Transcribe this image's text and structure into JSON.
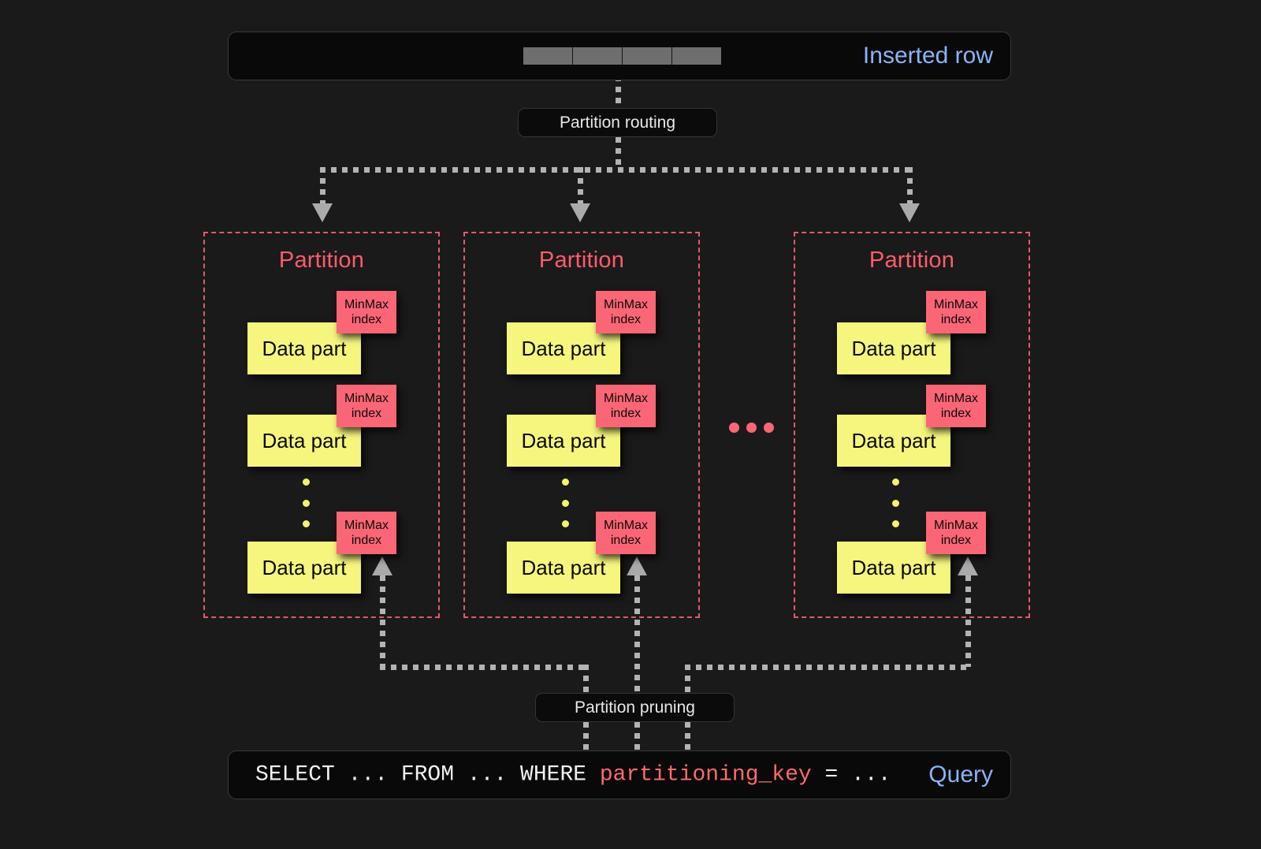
{
  "diagram": {
    "title": "Partitioning, partition routing and partition pruning",
    "background_color": "#1a1a1a"
  },
  "colors": {
    "accent_blue": "#8ab4f8",
    "partition_red": "#ff5c6c",
    "minmax_red": "#fb6676",
    "datapart_yellow": "#f6f67e",
    "connector_gray": "#b3b3b3"
  },
  "inserted_row": {
    "label": "Inserted row",
    "cell_count": 4,
    "cells": [
      "",
      "",
      "",
      ""
    ]
  },
  "routing": {
    "label": "Partition routing"
  },
  "pruning": {
    "label": "Partition pruning"
  },
  "partitions": [
    {
      "title": "Partition",
      "data_parts": [
        {
          "label": "Data part",
          "index_line1": "MinMax",
          "index_line2": "index"
        },
        {
          "label": "Data part",
          "index_line1": "MinMax",
          "index_line2": "index"
        },
        {
          "label": "Data part",
          "index_line1": "MinMax",
          "index_line2": "index"
        }
      ],
      "vertical_ellipsis": 3
    },
    {
      "title": "Partition",
      "data_parts": [
        {
          "label": "Data part",
          "index_line1": "MinMax",
          "index_line2": "index"
        },
        {
          "label": "Data part",
          "index_line1": "MinMax",
          "index_line2": "index"
        },
        {
          "label": "Data part",
          "index_line1": "MinMax",
          "index_line2": "index"
        }
      ],
      "vertical_ellipsis": 3
    },
    {
      "title": "Partition",
      "data_parts": [
        {
          "label": "Data part",
          "index_line1": "MinMax",
          "index_line2": "index"
        },
        {
          "label": "Data part",
          "index_line1": "MinMax",
          "index_line2": "index"
        },
        {
          "label": "Data part",
          "index_line1": "MinMax",
          "index_line2": "index"
        }
      ],
      "vertical_ellipsis": 3
    }
  ],
  "horizontal_ellipsis_dots": 3,
  "query": {
    "label": "Query",
    "prefix": "SELECT ... FROM ... WHERE ",
    "keyword": "partitioning_key",
    "suffix": " = ..."
  }
}
